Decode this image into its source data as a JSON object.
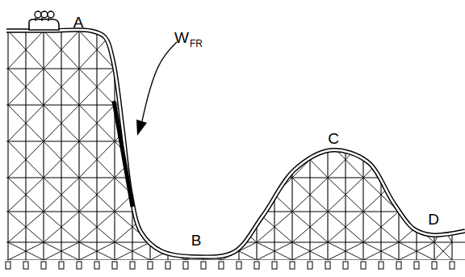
{
  "diagram": {
    "labels": [
      "A",
      "B",
      "C",
      "D",
      "W",
      "FR"
    ]
  }
}
